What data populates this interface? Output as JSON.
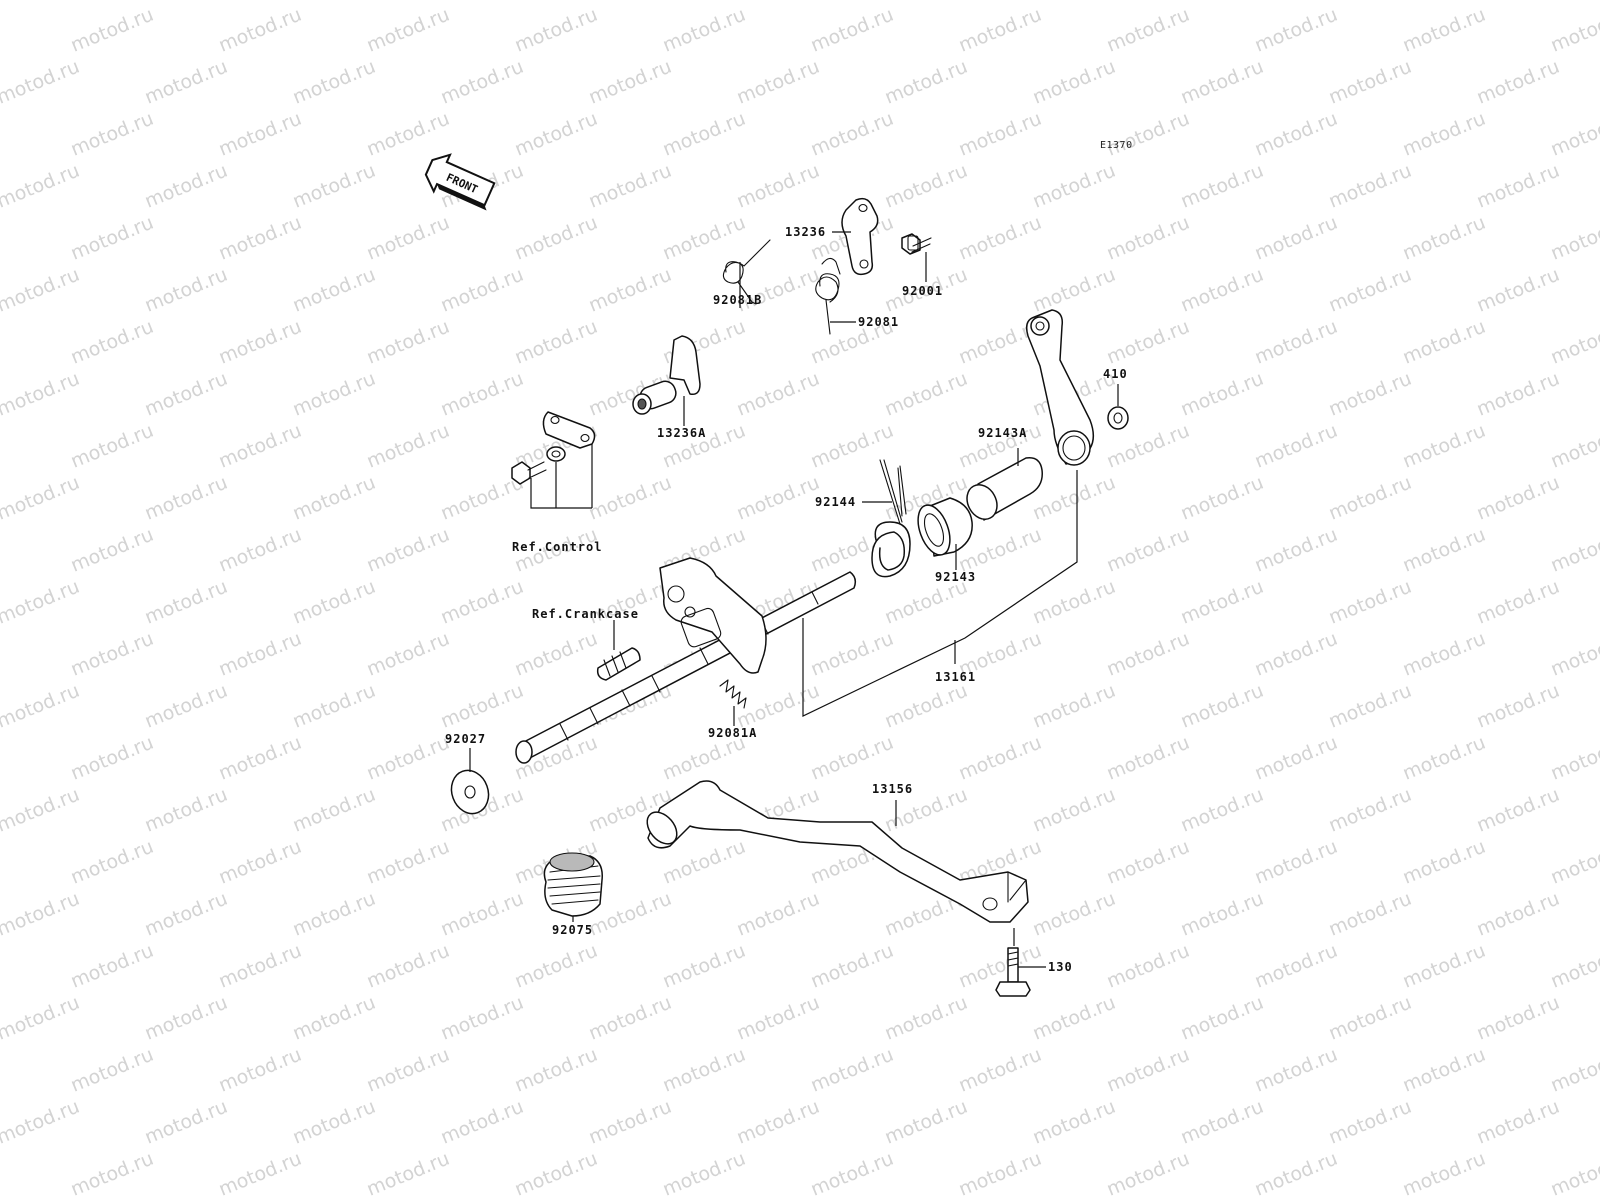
{
  "watermark": "motod.ru",
  "diagram_code": "E1370",
  "front_arrow": {
    "text": "FRONT",
    "icon": "front-direction-arrow-icon"
  },
  "parts": {
    "p13236": "13236",
    "p92001": "92001",
    "p92081B": "92081B",
    "p92081": "92081",
    "p410": "410",
    "p13236A": "13236A",
    "p92143A": "92143A",
    "p92144": "92144",
    "p92143": "92143",
    "p13161": "13161",
    "p92081A": "92081A",
    "p92027": "92027",
    "p13156": "13156",
    "p92075": "92075",
    "p130": "130"
  },
  "references": {
    "control": "Ref.Control",
    "crankcase": "Ref.Crankcase"
  },
  "colors": {
    "line": "#111111",
    "watermark": "#d3d3d3",
    "background": "#ffffff"
  }
}
